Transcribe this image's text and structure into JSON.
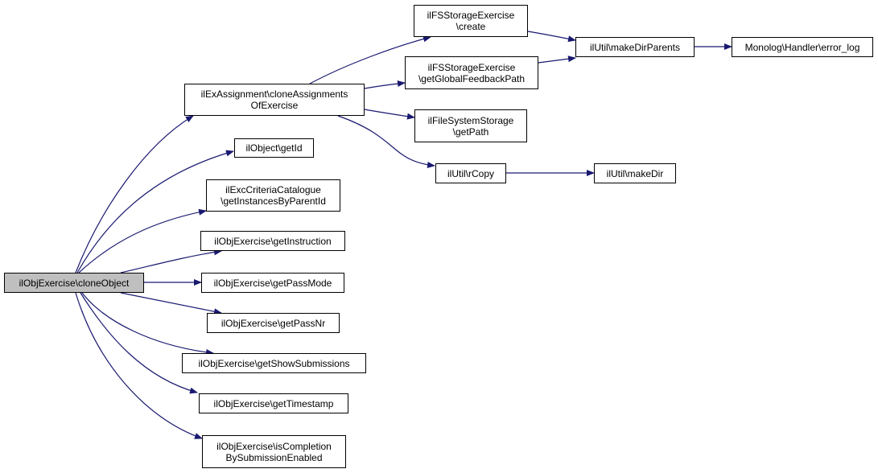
{
  "graph": {
    "root": {
      "line1": "ilObjExercise\\cloneObject"
    },
    "nodes": {
      "clone_assignments": {
        "line1": "ilExAssignment\\cloneAssignments",
        "line2": "OfExercise"
      },
      "get_id": {
        "line1": "ilObject\\getId"
      },
      "get_instances": {
        "line1": "ilExcCriteriaCatalogue",
        "line2": "\\getInstancesByParentId"
      },
      "get_instruction": {
        "line1": "ilObjExercise\\getInstruction"
      },
      "get_pass_mode": {
        "line1": "ilObjExercise\\getPassMode"
      },
      "get_pass_nr": {
        "line1": "ilObjExercise\\getPassNr"
      },
      "get_show_submissions": {
        "line1": "ilObjExercise\\getShowSubmissions"
      },
      "get_timestamp": {
        "line1": "ilObjExercise\\getTimestamp"
      },
      "is_completion": {
        "line1": "ilObjExercise\\isCompletion",
        "line2": "BySubmissionEnabled"
      },
      "fs_create": {
        "line1": "ilFSStorageExercise",
        "line2": "\\create"
      },
      "fs_feedback": {
        "line1": "ilFSStorageExercise",
        "line2": "\\getGlobalFeedbackPath"
      },
      "fs_getpath": {
        "line1": "ilFileSystemStorage",
        "line2": "\\getPath"
      },
      "rcopy": {
        "line1": "ilUtil\\rCopy"
      },
      "make_dir_parents": {
        "line1": "ilUtil\\makeDirParents"
      },
      "make_dir": {
        "line1": "ilUtil\\makeDir"
      },
      "error_log": {
        "line1": "Monolog\\Handler\\error_log"
      }
    },
    "edges": [
      [
        "root",
        "clone_assignments"
      ],
      [
        "root",
        "get_id"
      ],
      [
        "root",
        "get_instances"
      ],
      [
        "root",
        "get_instruction"
      ],
      [
        "root",
        "get_pass_mode"
      ],
      [
        "root",
        "get_pass_nr"
      ],
      [
        "root",
        "get_show_submissions"
      ],
      [
        "root",
        "get_timestamp"
      ],
      [
        "root",
        "is_completion"
      ],
      [
        "clone_assignments",
        "fs_create"
      ],
      [
        "clone_assignments",
        "fs_feedback"
      ],
      [
        "clone_assignments",
        "fs_getpath"
      ],
      [
        "clone_assignments",
        "rcopy"
      ],
      [
        "fs_create",
        "make_dir_parents"
      ],
      [
        "fs_feedback",
        "make_dir_parents"
      ],
      [
        "make_dir_parents",
        "error_log"
      ],
      [
        "rcopy",
        "make_dir"
      ]
    ],
    "colors": {
      "edge": "#191970",
      "root_fill": "#bfbfbf",
      "node_fill": "#ffffff",
      "border": "#000000"
    }
  }
}
